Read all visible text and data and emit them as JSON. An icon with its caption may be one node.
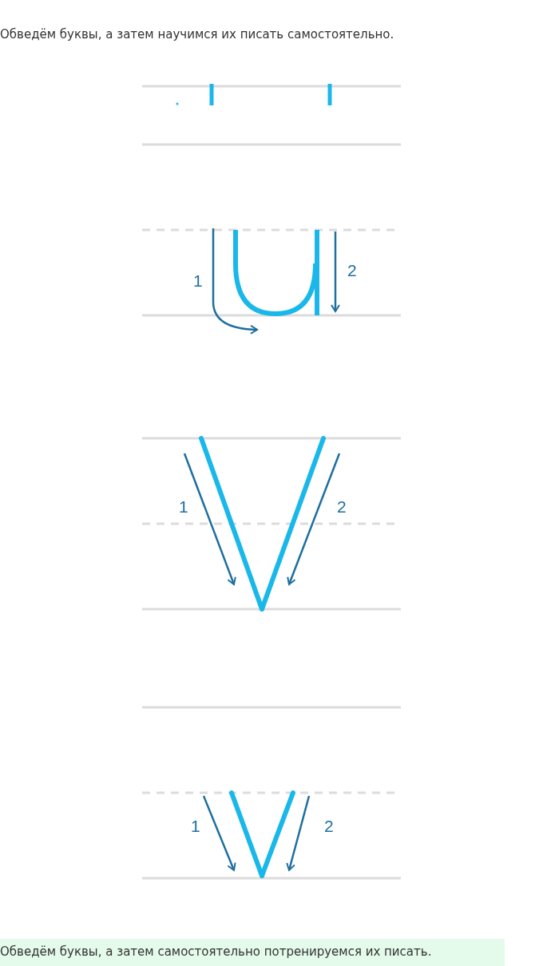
{
  "diagram": {
    "nodes": [
      {
        "text": [
          "Обведём буквы, а затем самостоятельно потренируемся их писать."
        ]
      }
    ],
    "labels": [
      "Обведём буквы, а затем научимся их писать самостоятельно.",
      "1",
      "2",
      "1",
      "2",
      "1",
      "2"
    ]
  }
}
